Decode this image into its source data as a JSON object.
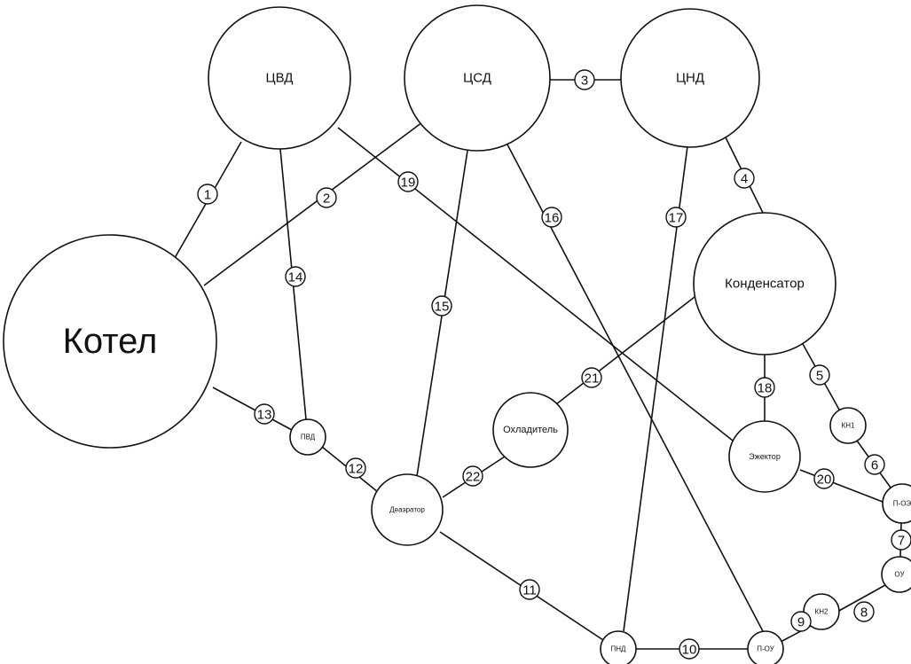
{
  "diagram": {
    "nodes": [
      {
        "id": "cvd",
        "label": "ЦВД"
      },
      {
        "id": "csd",
        "label": "ЦСД"
      },
      {
        "id": "cnd",
        "label": "ЦНД"
      },
      {
        "id": "kotel",
        "label": "Котел"
      },
      {
        "id": "kondensator",
        "label": "Конденсатор"
      },
      {
        "id": "ohladitel",
        "label": "Охладитель"
      },
      {
        "id": "ezhektor",
        "label": "Эжектор"
      },
      {
        "id": "deaerator",
        "label": "Деаэратор"
      },
      {
        "id": "pvd",
        "label": "ПВД"
      },
      {
        "id": "pnd",
        "label": "ПНД"
      },
      {
        "id": "p_ou",
        "label": "П-ОУ"
      },
      {
        "id": "kn1",
        "label": "КН1"
      },
      {
        "id": "kn2",
        "label": "КН2"
      },
      {
        "id": "p_oe",
        "label": "П-ОЭ"
      },
      {
        "id": "ou",
        "label": "ОУ"
      }
    ],
    "edges": [
      {
        "label": "1",
        "from": "cvd",
        "to": "kotel"
      },
      {
        "label": "2",
        "from": "csd",
        "to": "kotel"
      },
      {
        "label": "3",
        "from": "csd",
        "to": "cnd"
      },
      {
        "label": "4",
        "from": "cnd",
        "to": "kondensator"
      },
      {
        "label": "5",
        "from": "kondensator",
        "to": "kn1"
      },
      {
        "label": "6",
        "from": "kn1",
        "to": "p_oe"
      },
      {
        "label": "7",
        "from": "p_oe",
        "to": "ou"
      },
      {
        "label": "8",
        "from": "ou",
        "to": "kn2"
      },
      {
        "label": "9",
        "from": "kn2",
        "to": "p_ou"
      },
      {
        "label": "10",
        "from": "pnd",
        "to": "p_ou"
      },
      {
        "label": "11",
        "from": "deaerator",
        "to": "pnd"
      },
      {
        "label": "12",
        "from": "pvd",
        "to": "deaerator"
      },
      {
        "label": "13",
        "from": "kotel",
        "to": "pvd"
      },
      {
        "label": "14",
        "from": "cvd",
        "to": "pvd"
      },
      {
        "label": "15",
        "from": "csd",
        "to": "deaerator"
      },
      {
        "label": "16",
        "from": "csd",
        "to": "p_ou"
      },
      {
        "label": "17",
        "from": "cnd",
        "to": "pnd"
      },
      {
        "label": "18",
        "from": "kondensator",
        "to": "ezhektor"
      },
      {
        "label": "19",
        "from": "cvd",
        "to": "ezhektor"
      },
      {
        "label": "20",
        "from": "ezhektor",
        "to": "p_oe"
      },
      {
        "label": "21",
        "from": "kondensator",
        "to": "ohladitel"
      },
      {
        "label": "22",
        "from": "ohladitel",
        "to": "deaerator"
      }
    ]
  }
}
